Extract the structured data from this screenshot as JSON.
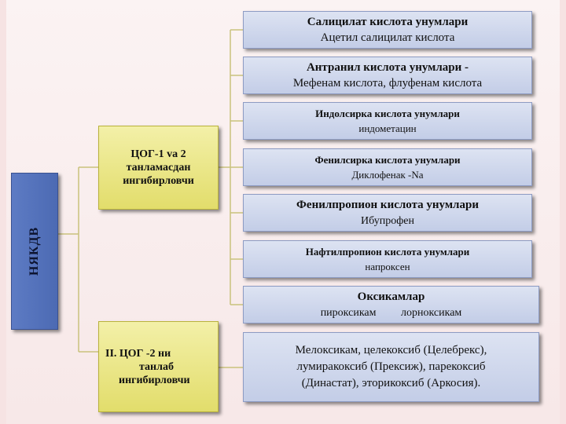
{
  "root": {
    "label": "НЯКДВ"
  },
  "groups": [
    {
      "label_lines": [
        "ЦОГ-1 va 2",
        "танламасдан",
        "ингибирловчи"
      ]
    },
    {
      "label_lines": [
        "II.          ЦОГ -2 ни",
        "танлаб",
        "ингибирловчи"
      ]
    }
  ],
  "classes": [
    {
      "title": "Салицилат кислота унумлари",
      "drug": "Ацетил салицилат кислота"
    },
    {
      "title": "Антранил кислота унумлари -",
      "drug": "Мефенам кислота, флуфенам кислота"
    },
    {
      "title": "Индолсирка кислота унумлари",
      "drug": "индометацин"
    },
    {
      "title": "Фенилсирка кислота унумлари",
      "drug": "Диклофенак -Na"
    },
    {
      "title": "Фенилпропион кислота унумлари",
      "drug": "Ибупрофен"
    },
    {
      "title": "Нафтилпропион кислота унумлари",
      "drug": "напроксен"
    },
    {
      "title": "Оксикамлар",
      "drug": "пироксикам         лорноксикам"
    }
  ],
  "cox2_drugs_lines": [
    "Мелоксикам, целекоксиб (Целебрекс),",
    "лумиракоксиб (Прексиж), парекоксиб",
    "(Династат), эторикоксиб (Аркосия)."
  ]
}
